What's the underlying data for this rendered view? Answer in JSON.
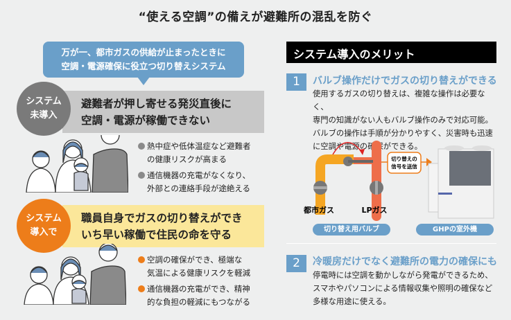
{
  "title": "“使える空調”の備えが避難所の混乱を防ぐ",
  "bubble": {
    "line1": "万が一、都市ガスの供給が止まったときに",
    "line2": "空調・電源確保に役立つ切り替えシステム"
  },
  "without": {
    "badge1": "システム",
    "badge2": "未導入",
    "head1": "避難者が押し寄せる発災直後に",
    "head2": "空調・電源が稼働できない",
    "bullets": [
      {
        "l1": "熱中症や低体温症など避難者",
        "l2": "の健康リスクが高まる"
      },
      {
        "l1": "通信機器の充電がなくなり、",
        "l2": "外部との連絡手段が途絶える"
      }
    ]
  },
  "with": {
    "badge1": "システム",
    "badge2": "導入で",
    "head1": "職員自身でガスの切り替えができ",
    "head2": "いち早い稼働で住民の命を守る",
    "bullets": [
      {
        "l1": "空調の確保ができ、極端な",
        "l2": "気温による健康リスクを軽減"
      },
      {
        "l1": "通信機器の充電ができ、精神",
        "l2": "的な負担の軽減にもつながる"
      }
    ]
  },
  "merits": {
    "header": "システム導入のメリット",
    "items": [
      {
        "num": "1",
        "heading": "バルブ操作だけでガスの切り替えができる",
        "lines": [
          "使用するガスの切り替えは、複雑な操作は必要なく、",
          "専門の知識がない人もバルブ操作のみで対応可能。",
          "バルブの操作は手順が分かりやすく、災害時も迅速",
          "に空調や電源の確保ができる。"
        ]
      },
      {
        "num": "2",
        "heading": "冷暖房だけでなく避難所の電力の確保にも",
        "lines": [
          "停電時には空調を動かしながら発電ができるため、",
          "スマホやパソコンによる情報収集や照明の確保など",
          "多様な用途に使える。"
        ]
      }
    ]
  },
  "diagram": {
    "city_gas": "都市ガス",
    "lp_gas": "LPガス",
    "signal1": "切り替えの",
    "signal2": "信号を送信",
    "valve_label": "切り替え用バルブ",
    "unit_label": "GHPの室外機"
  },
  "colors": {
    "blue": "#6a9fc9",
    "orange": "#ed7d1a",
    "gray": "#7a7a7a",
    "yellow": "#fbe79a",
    "pipe_yellow": "#f5a623",
    "pipe_red": "#ee6e4a"
  }
}
